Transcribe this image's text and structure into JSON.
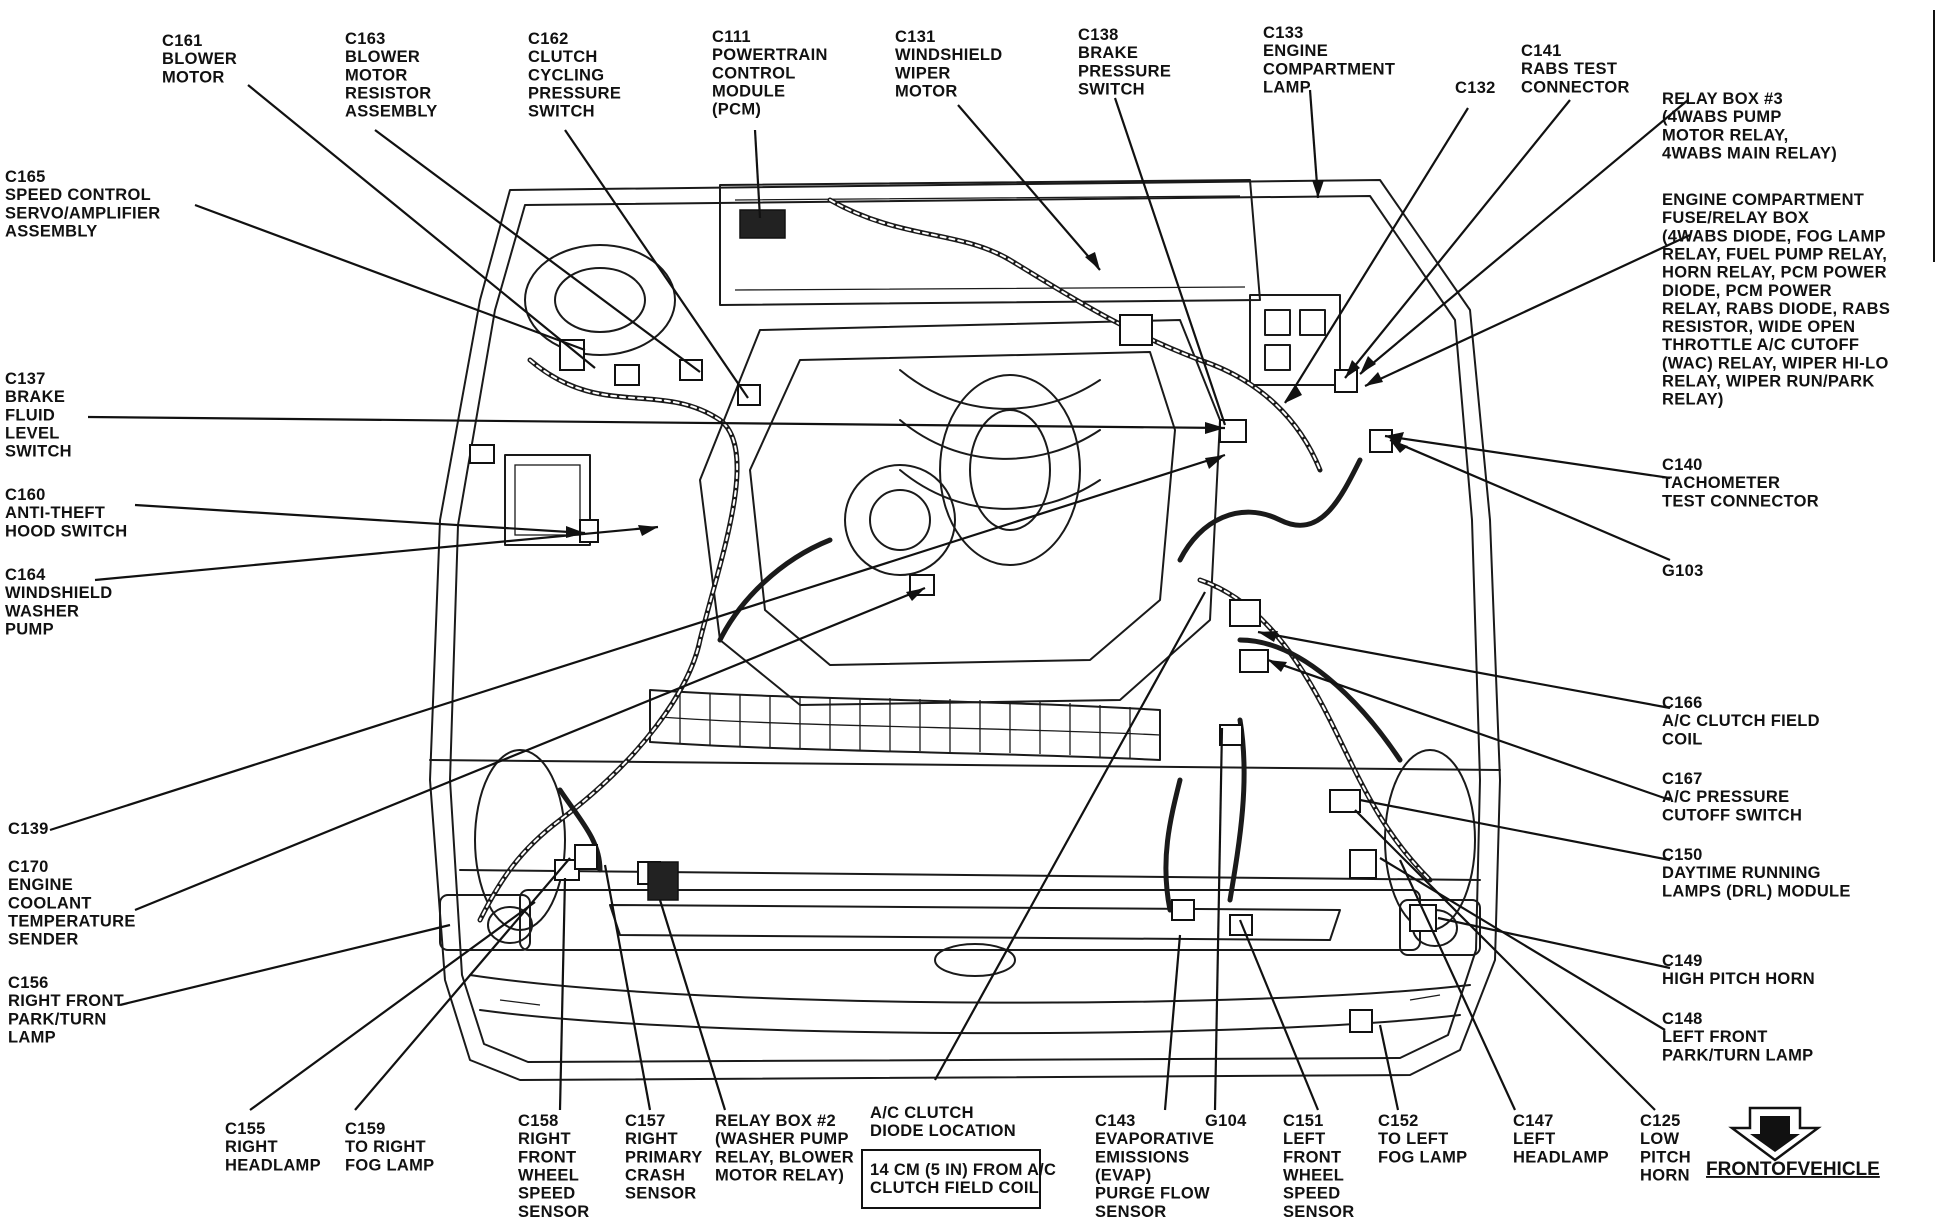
{
  "labels": {
    "c161": "C161\nBLOWER\nMOTOR",
    "c163": "C163\nBLOWER\nMOTOR\nRESISTOR\nASSEMBLY",
    "c162": "C162\nCLUTCH\nCYCLING\nPRESSURE\nSWITCH",
    "c111": "C111\nPOWERTRAIN\nCONTROL\nMODULE\n(PCM)",
    "c131": "C131\nWINDSHIELD\nWIPER\nMOTOR",
    "c138": "C138\nBRAKE\nPRESSURE\nSWITCH",
    "c133": "C133\nENGINE\nCOMPARTMENT\nLAMP",
    "c132": "C132",
    "c141": "C141\nRABS TEST\nCONNECTOR",
    "relay3": "RELAY BOX #3\n(4WABS PUMP\nMOTOR RELAY,\n4WABS MAIN RELAY)",
    "fusebox": "ENGINE COMPARTMENT\nFUSE/RELAY BOX\n(4WABS DIODE, FOG LAMP\nRELAY, FUEL PUMP RELAY,\nHORN RELAY, PCM POWER\nDIODE, PCM POWER\nRELAY, RABS DIODE, RABS\nRESISTOR, WIDE OPEN\nTHROTTLE A/C CUTOFF\n(WAC) RELAY, WIPER HI-LO\nRELAY, WIPER RUN/PARK\nRELAY)",
    "c140": "C140\nTACHOMETER\nTEST CONNECTOR",
    "g103": "G103",
    "c166": "C166\nA/C CLUTCH FIELD\nCOIL",
    "c167": "C167\nA/C PRESSURE\nCUTOFF SWITCH",
    "c150": "C150\nDAYTIME RUNNING\nLAMPS (DRL) MODULE",
    "c149": "C149\nHIGH PITCH HORN",
    "c148": "C148\nLEFT FRONT\nPARK/TURN LAMP",
    "c165": "C165\nSPEED CONTROL\nSERVO/AMPLIFIER\nASSEMBLY",
    "c137": "C137\nBRAKE\nFLUID\nLEVEL\nSWITCH",
    "c160": "C160\nANTI-THEFT\nHOOD SWITCH",
    "c164": "C164\nWINDSHIELD\nWASHER\nPUMP",
    "c139": "C139",
    "c170": "C170\nENGINE\nCOOLANT\nTEMPERATURE\nSENDER",
    "c156": "C156\nRIGHT FRONT\nPARK/TURN\nLAMP",
    "c155": "C155\nRIGHT\nHEADLAMP",
    "c159": "C159\nTO RIGHT\nFOG LAMP",
    "c158": "C158\nRIGHT\nFRONT\nWHEEL\nSPEED\nSENSOR",
    "c157": "C157\nRIGHT\nPRIMARY\nCRASH\nSENSOR",
    "relay2": "RELAY BOX #2\n(WASHER PUMP\nRELAY, BLOWER\nMOTOR RELAY)",
    "acdiode": "A/C CLUTCH\nDIODE LOCATION",
    "acdiode_box": "14 CM (5 IN) FROM A/C\nCLUTCH FIELD COIL",
    "c143": "C143\nEVAPORATIVE\nEMISSIONS\n(EVAP)\nPURGE FLOW\nSENSOR",
    "g104": "G104",
    "c151": "C151\nLEFT\nFRONT\nWHEEL\nSPEED\nSENSOR",
    "c152": "C152\nTO LEFT\nFOG LAMP",
    "c147": "C147\nLEFT\nHEADLAMP",
    "c125": "C125\nLOW\nPITCH\nHORN",
    "front": "FRONTOFVEHICLE"
  },
  "icons": {
    "front_arrow": "down-arrow-icon"
  }
}
